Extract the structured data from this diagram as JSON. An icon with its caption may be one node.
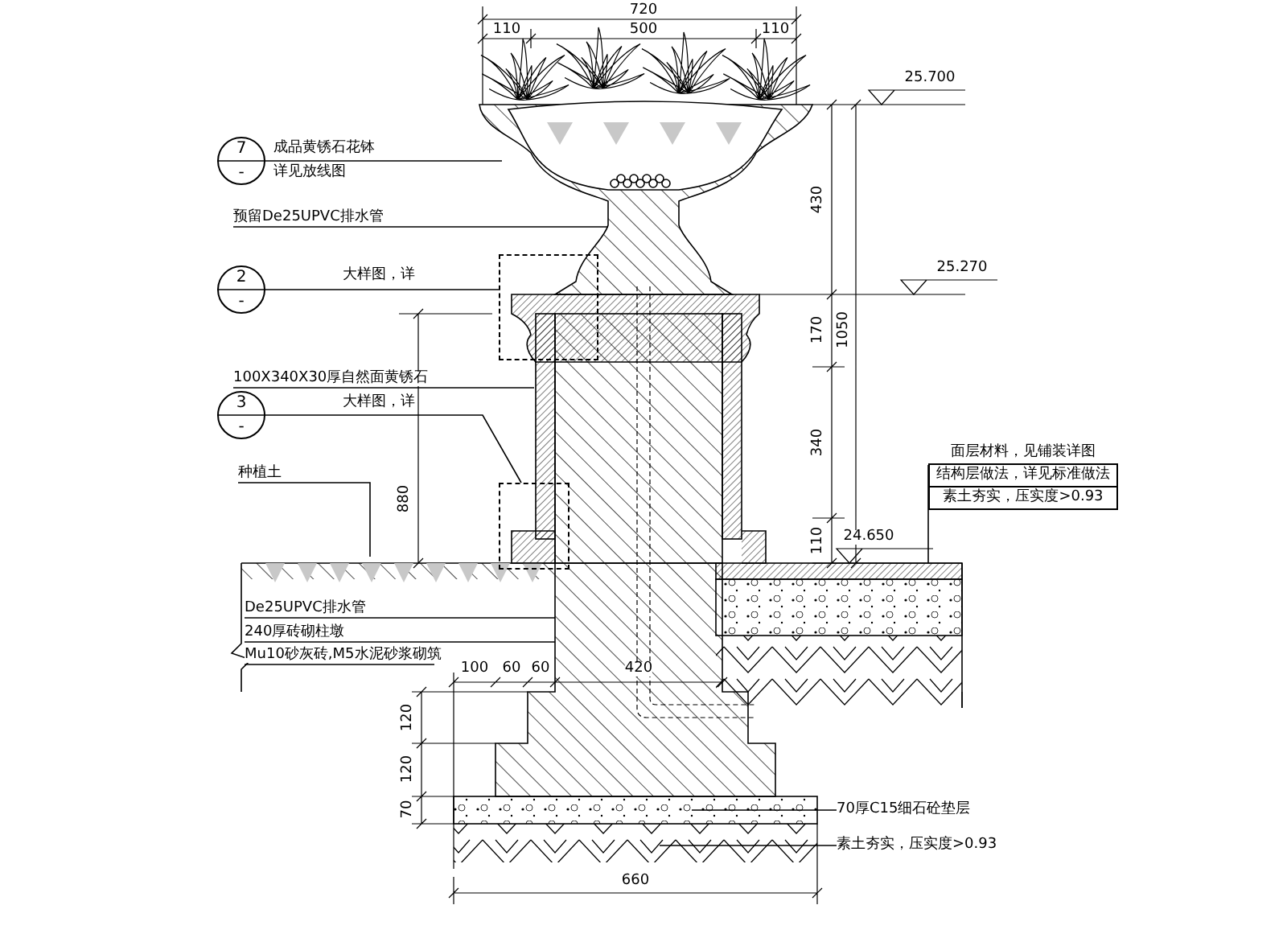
{
  "diagram": {
    "nodes": [
      {
        "text": [
          "7",
          "-"
        ],
        "beside": [
          "成品黄锈石花钵",
          "详见放线图"
        ]
      },
      {
        "text": [
          "预留De25UPVC排水管"
        ]
      },
      {
        "text": [
          "2",
          "-"
        ]
      },
      {
        "text": [],
        "shape": "box"
      },
      {
        "text": [
          "100X340X30厚自然面黄锈石"
        ]
      },
      {
        "text": [
          "3",
          "-"
        ]
      },
      {
        "text": [],
        "shape": "box"
      },
      {
        "text": [
          "种植土"
        ]
      },
      {
        "text": [
          "De25UPVC排水管"
        ]
      },
      {
        "text": [
          "240厚砖砌柱墩"
        ]
      },
      {
        "text": [
          "Mu10砂灰砖,M5水泥砂浆砌筑"
        ]
      },
      {
        "text": [
          "70厚C15细石砼垫层"
        ]
      },
      {
        "text": [
          "素土夯实，压实度>0.93"
        ]
      },
      {
        "text": [
          "面层材料，见铺装详图",
          "结构层做法，详见标准做法",
          "素土夯实，压实度>0.93"
        ]
      }
    ],
    "edges": [
      {
        "from": 0,
        "to": null,
        "arrow": "none"
      },
      {
        "from": 1,
        "to": null,
        "arrow": "none"
      },
      {
        "from": 2,
        "to": 3,
        "arrow": "none"
      },
      {
        "from": 4,
        "to": null,
        "arrow": "none"
      },
      {
        "from": 5,
        "to": 6,
        "arrow": "none"
      },
      {
        "from": 7,
        "to": null,
        "arrow": "none"
      },
      {
        "from": 8,
        "to": null,
        "arrow": "none"
      },
      {
        "from": 9,
        "to": null,
        "arrow": "none"
      },
      {
        "from": 10,
        "to": null,
        "arrow": "none"
      },
      {
        "from": 11,
        "to": null,
        "arrow": "none"
      },
      {
        "from": 12,
        "to": null,
        "arrow": "none"
      },
      {
        "from": 13,
        "to": null,
        "arrow": "none"
      }
    ],
    "labels": [
      "720",
      "110",
      "500",
      "110",
      "25.700",
      "430",
      "大样图，详",
      "25.270",
      "170",
      "1050",
      "大样图，详",
      "340",
      "880",
      "110",
      "24.650",
      "100",
      "60",
      "60",
      "420",
      "120",
      "120",
      "70",
      "660"
    ]
  }
}
